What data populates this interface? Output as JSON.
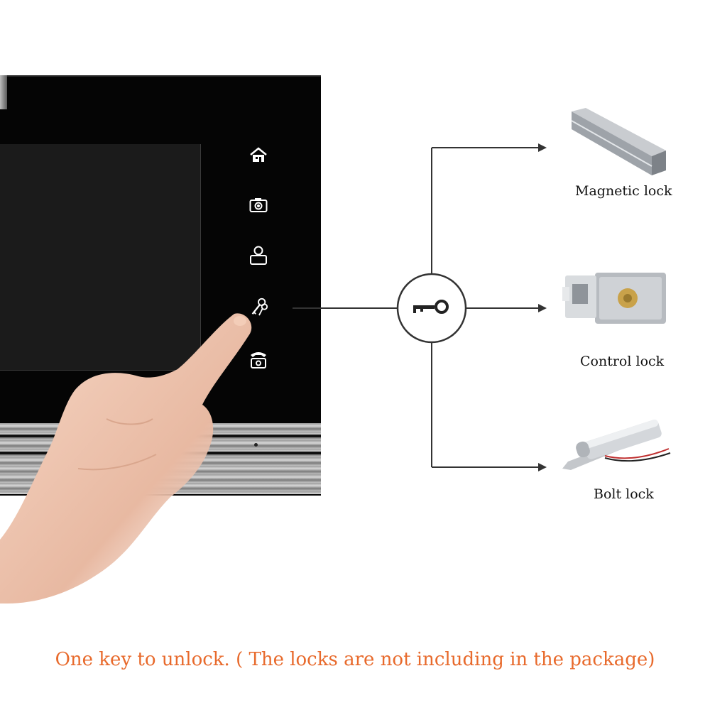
{
  "monitor": {
    "icons": [
      "home-icon",
      "camera-icon",
      "user-icon",
      "keys-icon",
      "phone-icon"
    ]
  },
  "hub": {
    "icon": "key-icon"
  },
  "locks": [
    {
      "label": "Magnetic lock"
    },
    {
      "label": "Control lock"
    },
    {
      "label": "Bolt lock"
    }
  ],
  "caption": "One key to unlock. ( The locks are not including in the package)",
  "colors": {
    "caption": "#e86a2c",
    "line": "#333333",
    "screen": "#1b1b1b",
    "bezel": "#050505"
  }
}
